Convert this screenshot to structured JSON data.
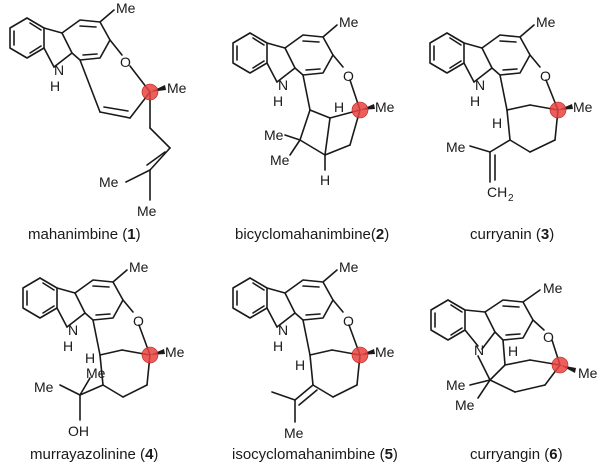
{
  "compounds": [
    {
      "name": "mahanimbine",
      "open": " (",
      "number": "1",
      "close": ")",
      "labels": {
        "me": "Me",
        "nh": "N",
        "h": "H",
        "o": "O",
        "me2": "Me",
        "me3": "Me",
        "me4": "Me"
      }
    },
    {
      "name": "bicyclomahanimbine",
      "open": "(",
      "number": "2",
      "close": ")",
      "labels": {
        "me": "Me",
        "nh": "N",
        "h": "H",
        "o": "O",
        "me2": "Me",
        "h2": "H",
        "me3": "Me",
        "me4": "Me",
        "h3": "H"
      }
    },
    {
      "name": "curryanin",
      "open": " (",
      "number": "3",
      "close": ")",
      "labels": {
        "me": "Me",
        "nh": "N",
        "h": "H",
        "o": "O",
        "me2": "Me",
        "h2": "H",
        "me3": "Me",
        "ch2": "CH",
        "sub2": "2"
      }
    },
    {
      "name": "murrayazolinine",
      "open": " (",
      "number": "4",
      "close": ")",
      "labels": {
        "me": "Me",
        "nh": "N",
        "h": "H",
        "o": "O",
        "me2": "Me",
        "h2": "H",
        "me3": "Me",
        "me4": "Me",
        "oh": "OH"
      }
    },
    {
      "name": "isocyclomahanimbine",
      "open": " (",
      "number": "5",
      "close": ")",
      "labels": {
        "me": "Me",
        "nh": "N",
        "h": "H",
        "o": "O",
        "me2": "Me",
        "h2": "H",
        "me3": "Me"
      }
    },
    {
      "name": "curryangin",
      "open": " (",
      "number": "6",
      "close": ")",
      "labels": {
        "me": "Me",
        "n": "N",
        "o": "O",
        "me2": "Me",
        "h2": "H",
        "me3": "Me",
        "me4": "Me"
      }
    }
  ],
  "colors": {
    "stereocenter": "#e8423f",
    "ink": "#1a1a1a"
  }
}
